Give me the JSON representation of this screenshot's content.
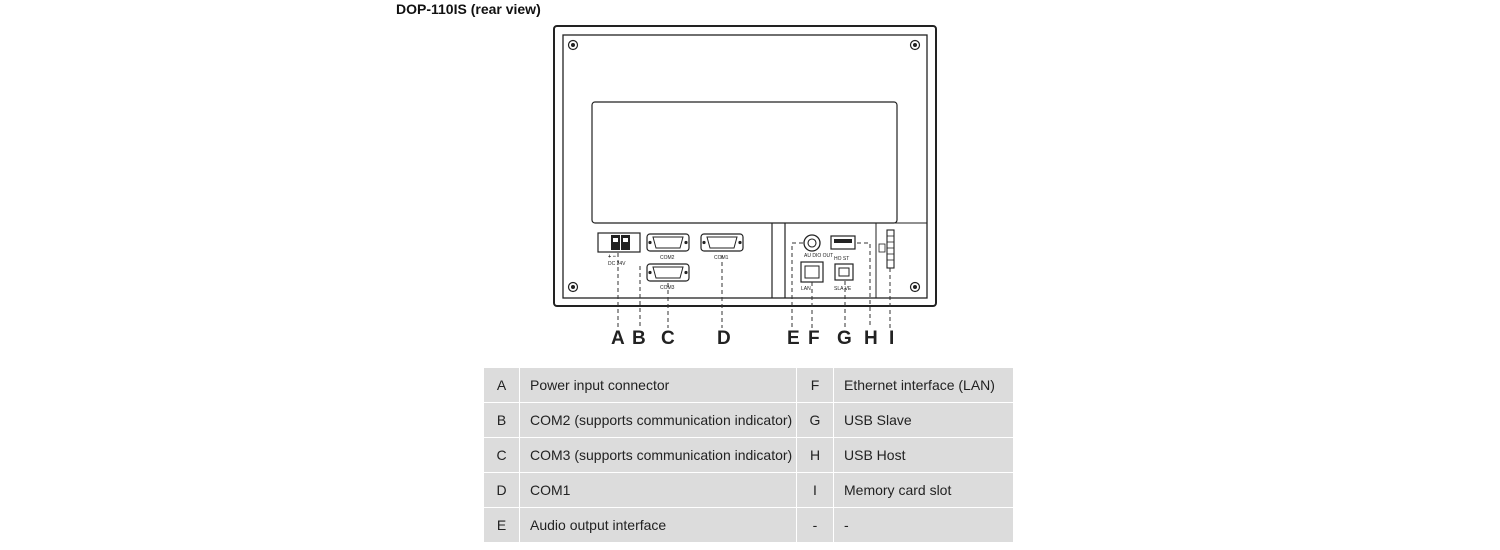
{
  "title": "DOP-110IS (rear view)",
  "panel": {
    "power_label": "DC 24V",
    "com2_label": "COM2",
    "com3_label": "COM3",
    "com1_label": "COM1",
    "audio_label": "AU DIO OUT",
    "lan_label": "LAN",
    "usb_host_label": "HO ST",
    "usb_slave_label": "SLA VE"
  },
  "callouts": [
    "A",
    "B",
    "C",
    "D",
    "E",
    "F",
    "G",
    "H",
    "I"
  ],
  "legend": [
    {
      "k1": "A",
      "v1": "Power input connector",
      "k2": "F",
      "v2": "Ethernet interface (LAN)"
    },
    {
      "k1": "B",
      "v1": "COM2 (supports communication indicator)",
      "k2": "G",
      "v2": "USB Slave"
    },
    {
      "k1": "C",
      "v1": "COM3 (supports communication indicator)",
      "k2": "H",
      "v2": "USB Host"
    },
    {
      "k1": "D",
      "v1": "COM1",
      "k2": "I",
      "v2": "Memory card slot"
    },
    {
      "k1": "E",
      "v1": "Audio output interface",
      "k2": "-",
      "v2": "-"
    }
  ]
}
